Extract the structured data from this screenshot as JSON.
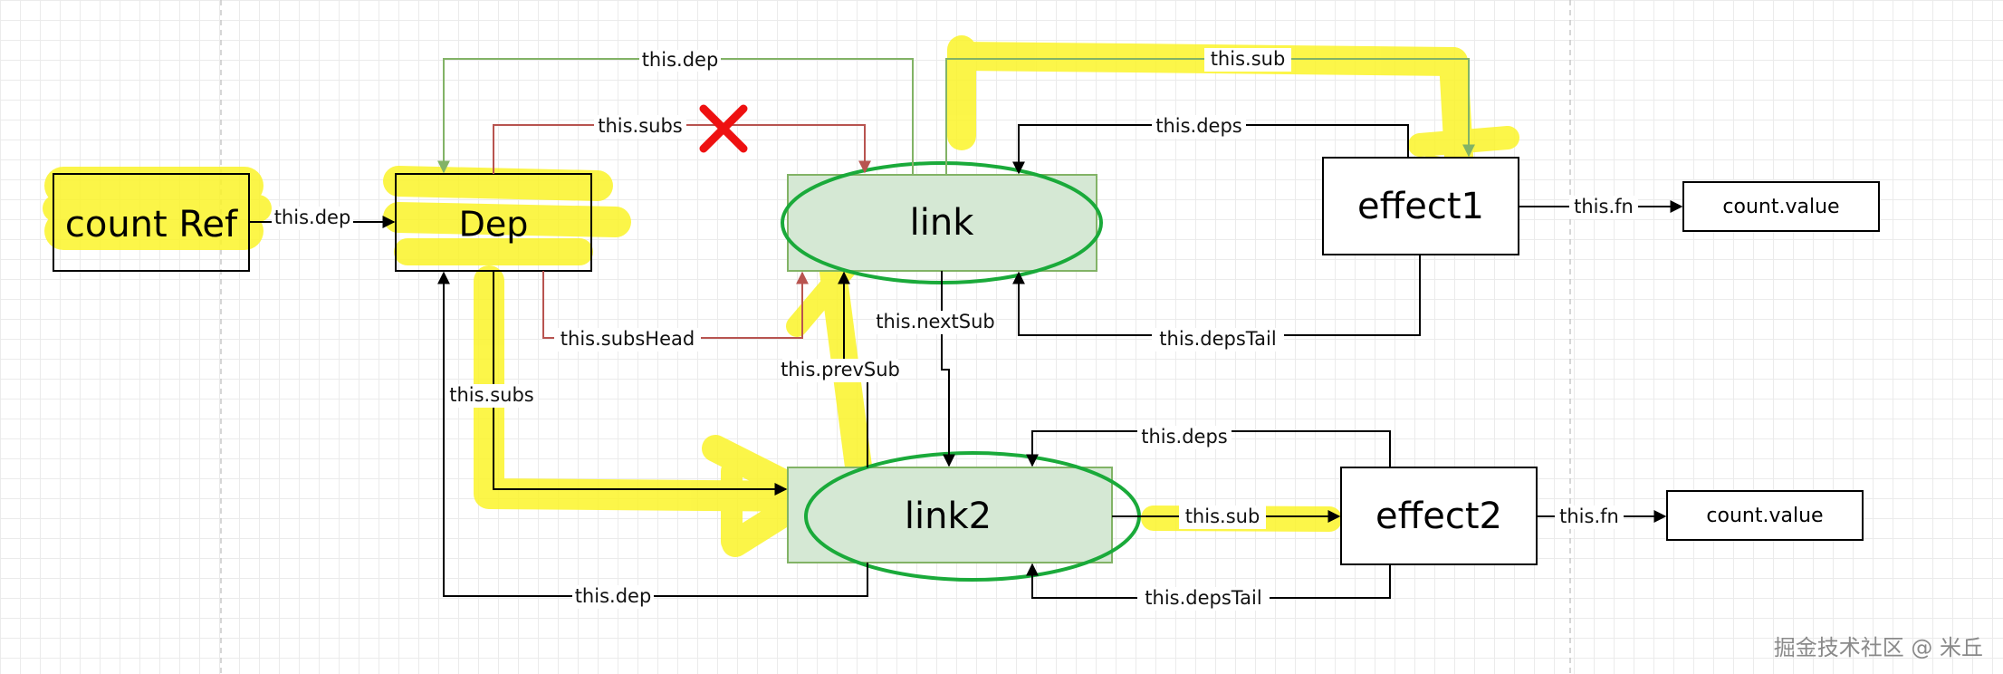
{
  "nodes": {
    "count_ref": "count Ref",
    "dep": "Dep",
    "link": "link",
    "link2": "link2",
    "effect1": "effect1",
    "effect2": "effect2",
    "count_value_1": "count.value",
    "count_value_2": "count.value"
  },
  "edges": {
    "ref_to_dep": "this.dep",
    "link_dep_top": "this.dep",
    "dep_subs_top": "this.subs",
    "link_sub_top": "this.sub",
    "effect1_deps": "this.deps",
    "effect1_fn": "this.fn",
    "dep_subs_head": "this.subsHead",
    "link_next_sub": "this.nextSub",
    "effect1_deps_tail": "this.depsTail",
    "link2_prev_sub": "this.prevSub",
    "dep_subs_left": "this.subs",
    "effect2_deps": "this.deps",
    "link2_sub": "this.sub",
    "effect2_fn": "this.fn",
    "link2_dep_bottom": "this.dep",
    "effect2_deps_tail": "this.depsTail"
  },
  "colors": {
    "highlight": "#fbf429",
    "link_fill": "#d5e8d4",
    "link_border": "#82b366",
    "ellipse": "#1aaa3a",
    "green_edge": "#82b366",
    "red_edge": "#b85450",
    "cross": "#ee1111"
  },
  "icons": {
    "removed_edge": "red-x-icon"
  },
  "watermark": "掘金技术社区 @ 米丘"
}
